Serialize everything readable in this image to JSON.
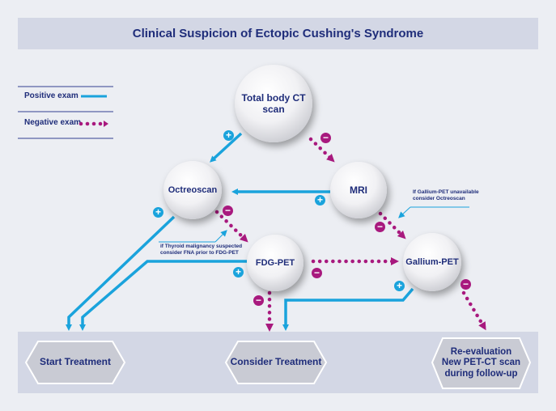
{
  "title": "Clinical Suspicion of Ectopic Cushing's Syndrome",
  "legend": {
    "positive_label": "Positive exam",
    "negative_label": "Negative exam"
  },
  "nodes": {
    "ct": "Total body CT scan",
    "octreoscan": "Octreoscan",
    "mri": "MRI",
    "fdg_pet": "FDG-PET",
    "gallium_pet": "Gallium-PET"
  },
  "notes": {
    "gallium_line1": "If Gallium-PET unavailable",
    "gallium_line2": "consider Octreoscan",
    "thyroid_line1": "if Thyroid malignancy suspected",
    "thyroid_line2": "consider FNA prior to FDG-PET"
  },
  "outcomes": {
    "start": "Start Treatment",
    "consider": "Consider Treatment",
    "reeval_line1": "Re-evaluation",
    "reeval_line2": "New PET-CT scan",
    "reeval_line3": "during follow-up"
  },
  "signs": {
    "plus": "+",
    "minus": "−"
  },
  "colors": {
    "positive": "#1aa3dc",
    "negative": "#a8197e",
    "text": "#1f2d7a",
    "band": "#d3d7e5",
    "background": "#eceef3"
  }
}
